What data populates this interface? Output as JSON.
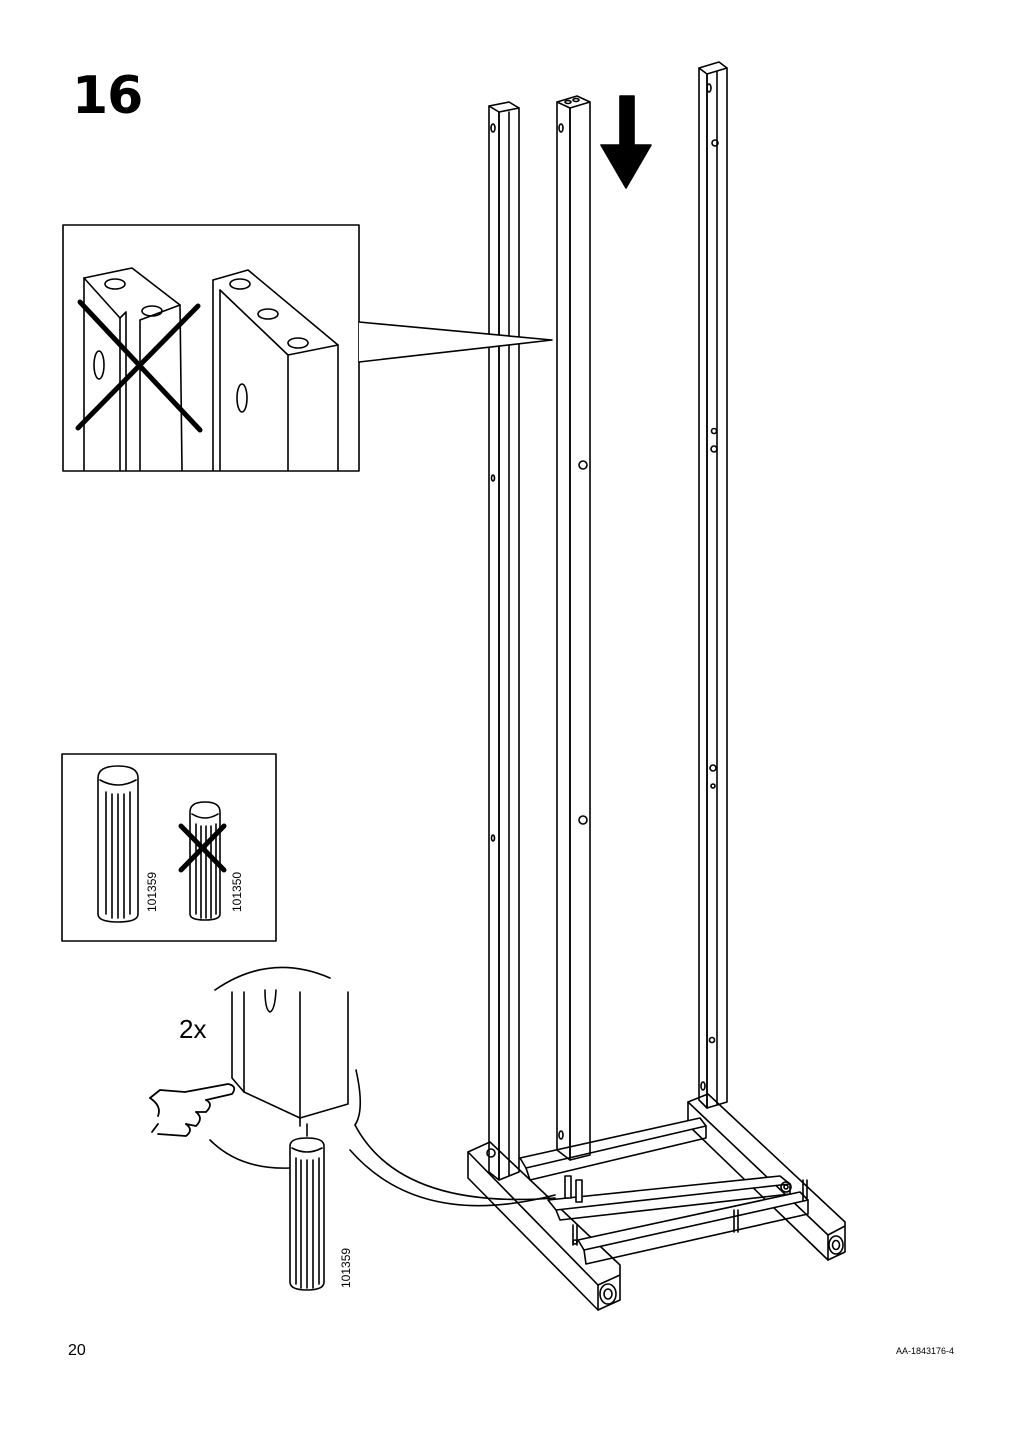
{
  "step": {
    "number": "16"
  },
  "dowel_panel": {
    "correct_part": "101359",
    "wrong_part": "101350"
  },
  "detail": {
    "quantity": "2x",
    "part": "101359"
  },
  "footer": {
    "page_number": "20",
    "doc_code": "AA-1843176-4"
  },
  "icons": [
    "down-arrow-icon",
    "cross-mark-icon",
    "pointing-hand-icon",
    "dowel-icon"
  ]
}
